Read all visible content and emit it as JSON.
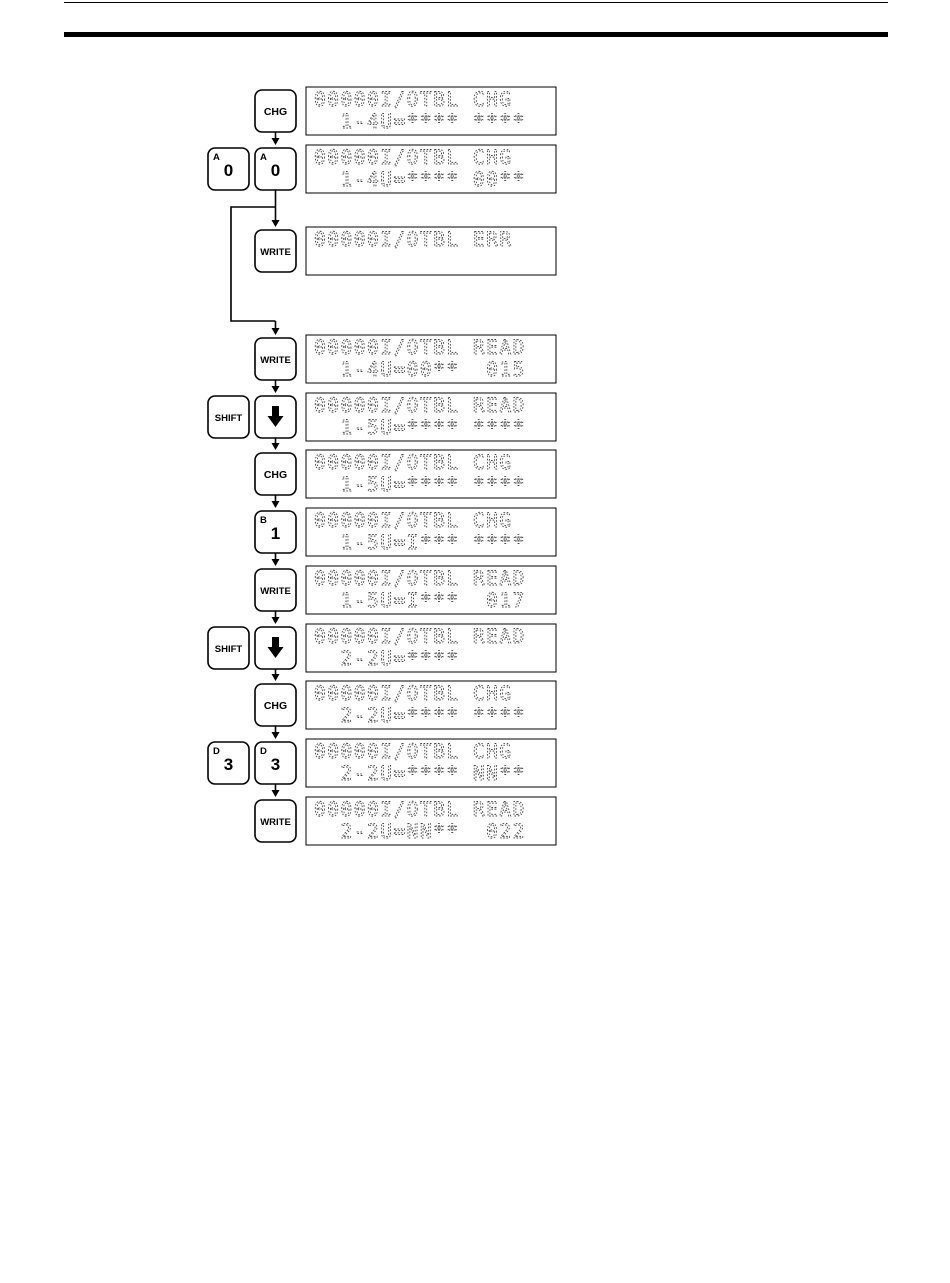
{
  "steps": [
    {
      "keys": [
        {
          "label": "CHG"
        }
      ],
      "display": [
        "00000I/OTBL CHG",
        "  1-4U=**** ****"
      ]
    },
    {
      "keys": [
        {
          "label": "0",
          "sub": "A"
        },
        {
          "label": "0",
          "sub": "A"
        }
      ],
      "display": [
        "00000I/OTBL CHG",
        "  1-4U=**** 00**"
      ]
    },
    {
      "keys": [
        {
          "label": "WRITE"
        }
      ],
      "display": [
        "00000I/OTBL ERR",
        ""
      ]
    },
    {
      "keys": [
        {
          "label": "WRITE"
        }
      ],
      "display": [
        "00000I/OTBL READ",
        "  1-4U=00**  015"
      ]
    },
    {
      "keys": [
        {
          "label": "SHIFT"
        },
        {
          "icon": "down-arrow-icon"
        }
      ],
      "display": [
        "00000I/OTBL READ",
        "  1-5U=**** ****"
      ]
    },
    {
      "keys": [
        {
          "label": "CHG"
        }
      ],
      "display": [
        "00000I/OTBL CHG",
        "  1-5U=**** ****"
      ]
    },
    {
      "keys": [
        {
          "label": "1",
          "sub": "B"
        }
      ],
      "display": [
        "00000I/OTBL CHG",
        "  1-5U=I*** ****"
      ]
    },
    {
      "keys": [
        {
          "label": "WRITE"
        }
      ],
      "display": [
        "00000I/OTBL READ",
        "  1-5U=I***  017"
      ]
    },
    {
      "keys": [
        {
          "label": "SHIFT"
        },
        {
          "icon": "down-arrow-icon"
        }
      ],
      "display": [
        "00000I/OTBL READ",
        "  2-2U=****"
      ]
    },
    {
      "keys": [
        {
          "label": "CHG"
        }
      ],
      "display": [
        "00000I/OTBL CHG",
        "  2-2U=**** ****"
      ]
    },
    {
      "keys": [
        {
          "label": "3",
          "sub": "D"
        },
        {
          "label": "3",
          "sub": "D"
        }
      ],
      "display": [
        "00000I/OTBL CHG",
        "  2-2U=**** NN**"
      ]
    },
    {
      "keys": [
        {
          "label": "WRITE"
        }
      ],
      "display": [
        "00000I/OTBL READ",
        "  2-2U=NN**  022"
      ]
    }
  ],
  "branch": {
    "from_step": 1,
    "to_step": 3
  },
  "colors": {
    "ink": "#000000",
    "background": "#ffffff",
    "lcd_dot": "#444444"
  }
}
